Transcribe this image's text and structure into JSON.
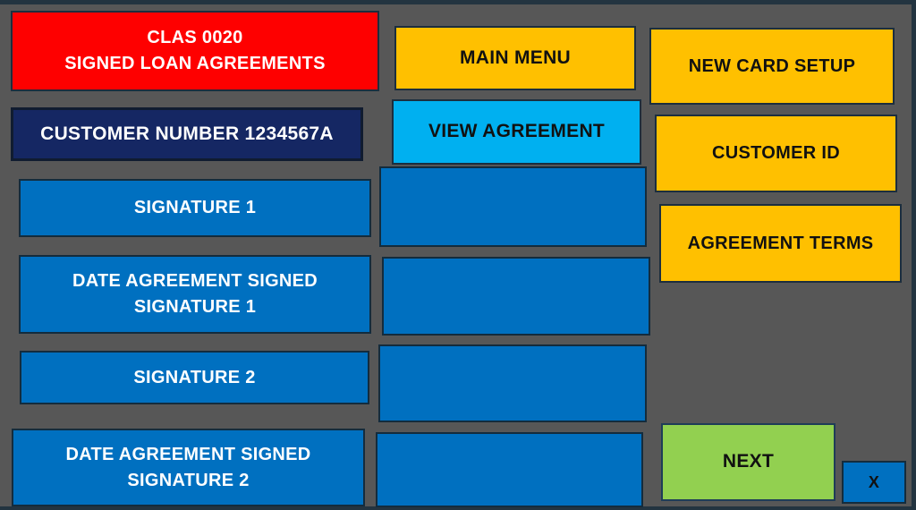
{
  "header": {
    "screen_code": "CLAS 0020",
    "screen_name": "SIGNED LOAN AGREEMENTS",
    "customer_number": "CUSTOMER NUMBER 1234567A"
  },
  "nav": {
    "main_menu": "MAIN MENU",
    "view_agreement": "VIEW AGREEMENT",
    "new_card_setup": "NEW CARD SETUP",
    "customer_id": "CUSTOMER ID",
    "agreement_terms": "AGREEMENT TERMS",
    "next": "NEXT",
    "close": "X"
  },
  "fields": [
    {
      "line1": "SIGNATURE 1",
      "line2": "",
      "value": ""
    },
    {
      "line1": "DATE AGREEMENT SIGNED",
      "line2": "SIGNATURE 1",
      "value": ""
    },
    {
      "line1": "SIGNATURE 2",
      "line2": "",
      "value": ""
    },
    {
      "line1": "DATE AGREEMENT SIGNED",
      "line2": "SIGNATURE 2",
      "value": ""
    }
  ],
  "colors": {
    "background": "#575757",
    "frame": "#233440",
    "title_red": "#fe0000",
    "customer_navy": "#152763",
    "field_blue": "#0070c0",
    "view_agreement_blue": "#00b0f0",
    "menu_yellow": "#ffc000",
    "next_green": "#92d050"
  }
}
